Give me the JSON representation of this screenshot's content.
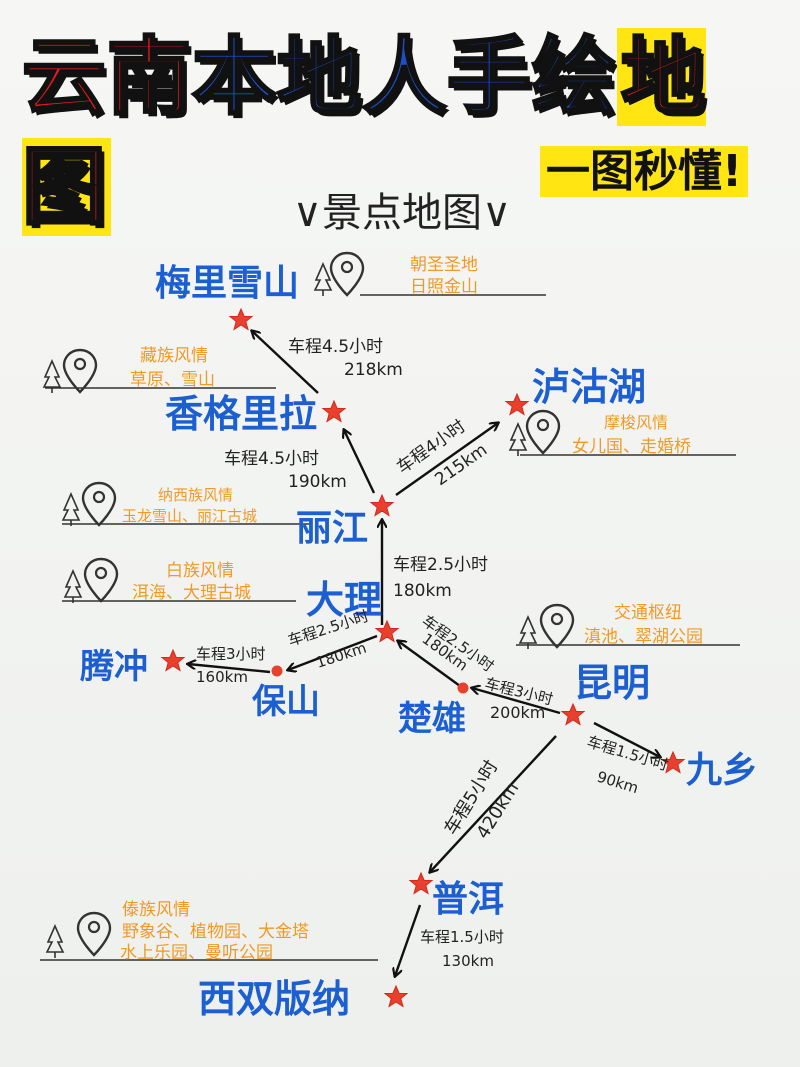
{
  "title": {
    "part1": "云南",
    "part2": "本地人手绘",
    "part3": "地图"
  },
  "subtitle": "一图秒懂!",
  "section_title": "∨景点地图∨",
  "places": {
    "meili": "梅里雪山",
    "shangrila": "香格里拉",
    "lugu": "泸沽湖",
    "lijiang": "丽江",
    "dali": "大理",
    "tengchong": "腾冲",
    "baoshan": "保山",
    "chuxiong": "楚雄",
    "kunming": "昆明",
    "jiuxiang": "九乡",
    "puer": "普洱",
    "xishuangbanna": "西双版纳"
  },
  "notes": {
    "meili_1": "朝圣圣地",
    "meili_2": "日照金山",
    "shangrila_1": "藏族风情",
    "shangrila_2": "草原、雪山",
    "lugu_1": "摩梭风情",
    "lugu_2": "女儿国、走婚桥",
    "lijiang_1": "纳西族风情",
    "lijiang_2": "玉龙雪山、丽江古城",
    "dali_1": "白族风情",
    "dali_2": "洱海、大理古城",
    "kunming_1": "交通枢纽",
    "kunming_2": "滇池、翠湖公园",
    "banna_1": "傣族风情",
    "banna_2": "野象谷、植物园、大金塔",
    "banna_3": "水上乐园、曼听公园"
  },
  "routes": {
    "shangrila_meili_1": "车程4.5小时",
    "shangrila_meili_2": "218km",
    "lijiang_shangrila_1": "车程4.5小时",
    "lijiang_shangrila_2": "190km",
    "lijiang_lugu_1": "车程4小时",
    "lijiang_lugu_2": "215km",
    "dali_lijiang_1": "车程2.5小时",
    "dali_lijiang_2": "180km",
    "dali_baoshan_1": "车程2.5小时",
    "dali_baoshan_2": "180km",
    "baoshan_tengchong_1": "车程3小时",
    "baoshan_tengchong_2": "160km",
    "chuxiong_dali_1": "车程2.5小时",
    "chuxiong_dali_2": "180km",
    "kunming_chuxiong_1": "车程3小时",
    "kunming_chuxiong_2": "200km",
    "kunming_jiuxiang_1": "车程1.5小时",
    "kunming_jiuxiang_2": "90km",
    "kunming_puer_1": "车程5小时",
    "kunming_puer_2": "420km",
    "puer_banna_1": "车程1.5小时",
    "puer_banna_2": "130km"
  },
  "colors": {
    "place_blue": "#1c5fd0",
    "star_red": "#e8402e",
    "note_orange": "#f09a25",
    "title_red": "#e21b1b",
    "title_blue": "#1a4fc7",
    "highlight_yellow": "#ffe512"
  },
  "icons": [
    "map-pin-icon",
    "tree-icon",
    "star-marker-icon",
    "dot-marker-icon",
    "arrow-icon"
  ]
}
